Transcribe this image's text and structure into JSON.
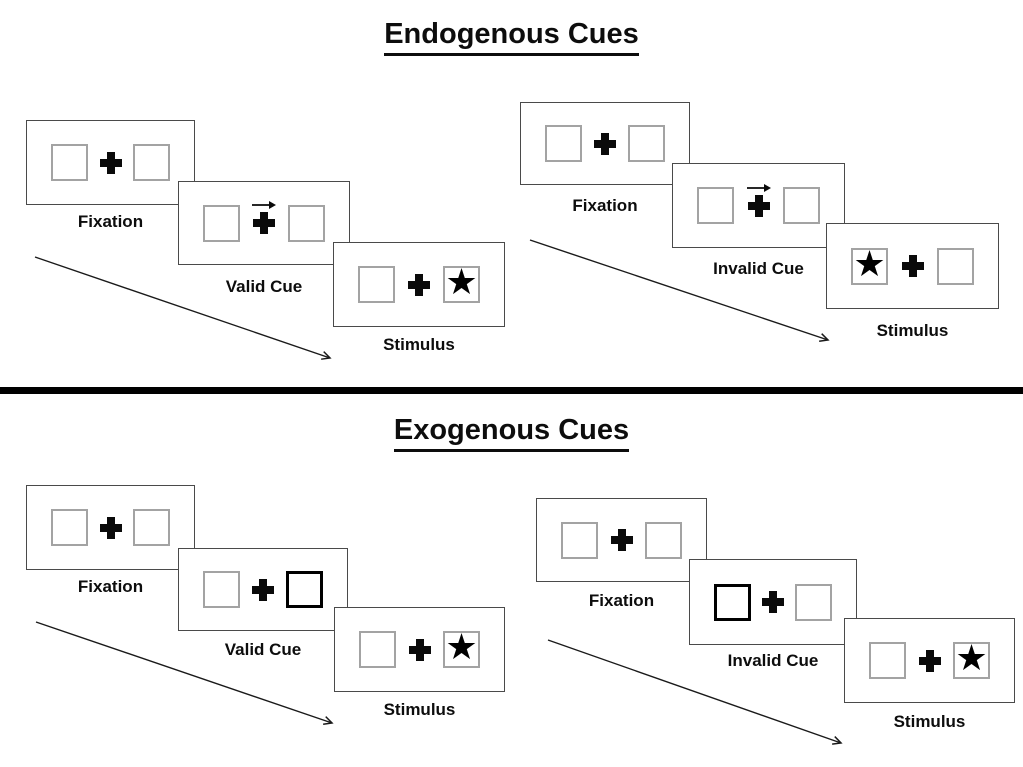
{
  "glyphs": {
    "star": "★"
  },
  "colors": {
    "background": "#ffffff",
    "panel_border": "#4a4a4a",
    "placeholder_box_border": "#a3a3a3",
    "exogenous_cue_box_border": "#000000",
    "ink": "#000000"
  },
  "sections": [
    {
      "title": "Endogenous Cues",
      "groups": [
        {
          "condition": "valid",
          "panels": [
            {
              "label": "Fixation",
              "type": "fixation",
              "center": "cross"
            },
            {
              "label": "Valid Cue",
              "type": "arrow-cue",
              "center": "cross",
              "cue": "arrow-pointing-right"
            },
            {
              "label": "Stimulus",
              "type": "stimulus",
              "center": "cross",
              "star_side": "right"
            }
          ]
        },
        {
          "condition": "invalid",
          "panels": [
            {
              "label": "Fixation",
              "type": "fixation",
              "center": "cross"
            },
            {
              "label": "Invalid Cue",
              "type": "arrow-cue",
              "center": "cross",
              "cue": "arrow-pointing-right"
            },
            {
              "label": "Stimulus",
              "type": "stimulus",
              "center": "cross",
              "star_side": "left"
            }
          ]
        }
      ]
    },
    {
      "title": "Exogenous Cues",
      "groups": [
        {
          "condition": "valid",
          "panels": [
            {
              "label": "Fixation",
              "type": "fixation",
              "center": "cross"
            },
            {
              "label": "Valid Cue",
              "type": "box-cue",
              "center": "cross",
              "cue": "bold-box-right"
            },
            {
              "label": "Stimulus",
              "type": "stimulus",
              "center": "cross",
              "star_side": "right"
            }
          ]
        },
        {
          "condition": "invalid",
          "panels": [
            {
              "label": "Fixation",
              "type": "fixation",
              "center": "cross"
            },
            {
              "label": "Invalid Cue",
              "type": "box-cue",
              "center": "cross",
              "cue": "bold-box-left"
            },
            {
              "label": "Stimulus",
              "type": "stimulus",
              "center": "cross",
              "star_side": "right"
            }
          ]
        }
      ]
    }
  ]
}
